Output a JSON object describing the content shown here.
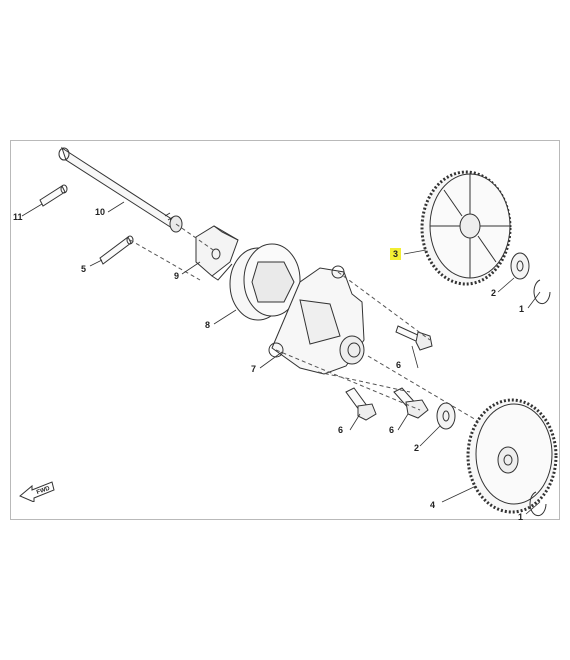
{
  "callouts": [
    {
      "id": "c11",
      "text": "11"
    },
    {
      "id": "c10",
      "text": "10"
    },
    {
      "id": "c5",
      "text": "5"
    },
    {
      "id": "c9",
      "text": "9"
    },
    {
      "id": "c8",
      "text": "8"
    },
    {
      "id": "c7",
      "text": "7"
    },
    {
      "id": "c6a",
      "text": "6"
    },
    {
      "id": "c6b",
      "text": "6"
    },
    {
      "id": "c6c",
      "text": "6"
    },
    {
      "id": "c3",
      "text": "3"
    },
    {
      "id": "c2a",
      "text": "2"
    },
    {
      "id": "c1a",
      "text": "1"
    },
    {
      "id": "c2b",
      "text": "2"
    },
    {
      "id": "c4",
      "text": "4"
    },
    {
      "id": "c1b",
      "text": "1"
    }
  ],
  "highlight_color": "#f2ee33",
  "fwd_label": "FWD"
}
